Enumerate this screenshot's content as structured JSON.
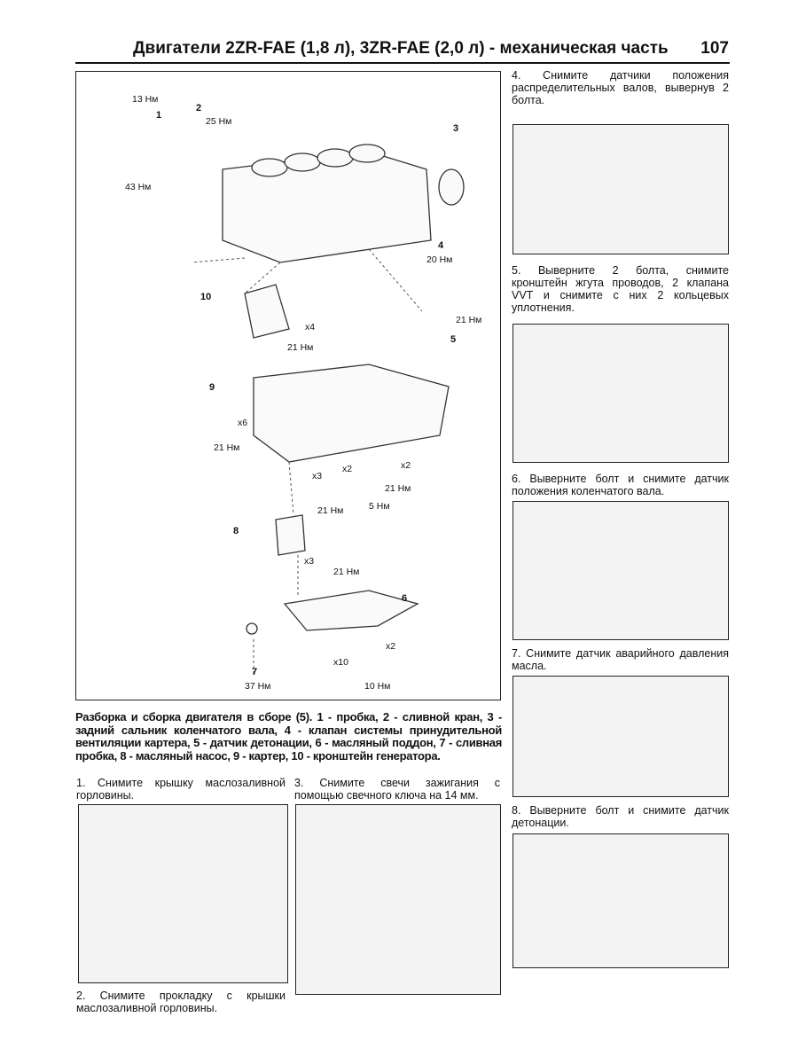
{
  "header": {
    "title": "Двигатели 2ZR-FAE (1,8 л), 3ZR-FAE (2,0 л) - механическая часть",
    "page_number": "107"
  },
  "diagram": {
    "labels": {
      "t1": "13 Нм",
      "n1": "1",
      "n2": "2",
      "t2": "25 Нм",
      "t43": "43 Нм",
      "n3": "3",
      "n4": "4",
      "t4": "20 Нм",
      "n10": "10",
      "x4": "x4",
      "t10": "21 Нм",
      "t5": "21 Нм",
      "n5": "5",
      "n9": "9",
      "x6": "x6",
      "t9": "21 Нм",
      "x3a": "x3",
      "t3a": "21 Нм",
      "x2a": "x2",
      "t2a": "5 Нм",
      "x2b": "x2",
      "t2b": "21 Нм",
      "n8": "8",
      "x3b": "x3",
      "t8": "21 Нм",
      "n6": "6",
      "n7": "7",
      "t7": "37 Нм",
      "x10": "x10",
      "x2c": "x2",
      "t6": "10 Нм"
    }
  },
  "caption": "Разборка и сборка двигателя в сборе (5). 1 - пробка, 2 - сливной кран, 3 - задний сальник коленчатого вала, 4 - клапан системы принудительной вентиляции картера, 5 - датчик детонации, 6 - масляный поддон, 7 - сливная пробка, 8 - масляный насос, 9 - картер, 10 - кронштейн генератора.",
  "steps": {
    "s1": "1. Снимите крышку маслозаливной горловины.",
    "s2": "2. Снимите прокладку с крышки маслозаливной горловины.",
    "s3": "3. Снимите свечи зажигания с помощью свечного ключа на 14 мм.",
    "s4": "4. Снимите датчики положения распределительных валов, вывернув 2 болта.",
    "s5": "5. Выверните 2 болта, снимите кронштейн жгута проводов, 2 клапана VVT и снимите с них 2 кольцевых уплотнения.",
    "s6": "6. Выверните болт и снимите датчик положения коленчатого вала.",
    "s7": "7. Снимите датчик аварийного давления масла.",
    "s8": "8. Выверните болт и снимите датчик детонации."
  }
}
